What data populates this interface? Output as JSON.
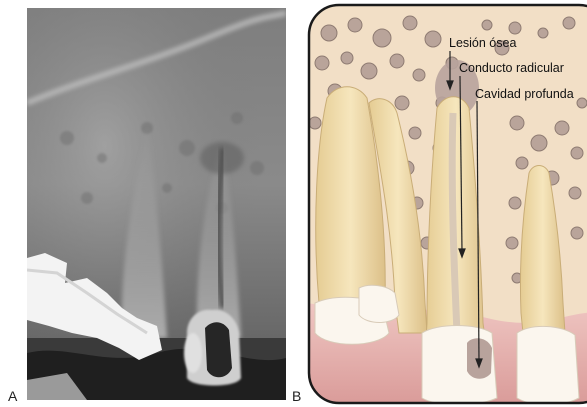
{
  "panels": [
    {
      "letter": "A"
    },
    {
      "letter": "B"
    }
  ],
  "labels": {
    "lesion": "Lesión ósea",
    "conducto": "Conducto radicular",
    "cavidad": "Cavidad profunda"
  },
  "colors": {
    "bone_bg": "#f2dfc6",
    "bone_pore": "#b9a49a",
    "pore_outline": "#8e7b72",
    "tooth": "#efd9a6",
    "enamel": "#fbf6ee",
    "gum": "#e6b6b3",
    "lesion": "#b8a39c",
    "xray_dark": "#2b2b2b",
    "xray_bright": "#f4f4f4"
  }
}
